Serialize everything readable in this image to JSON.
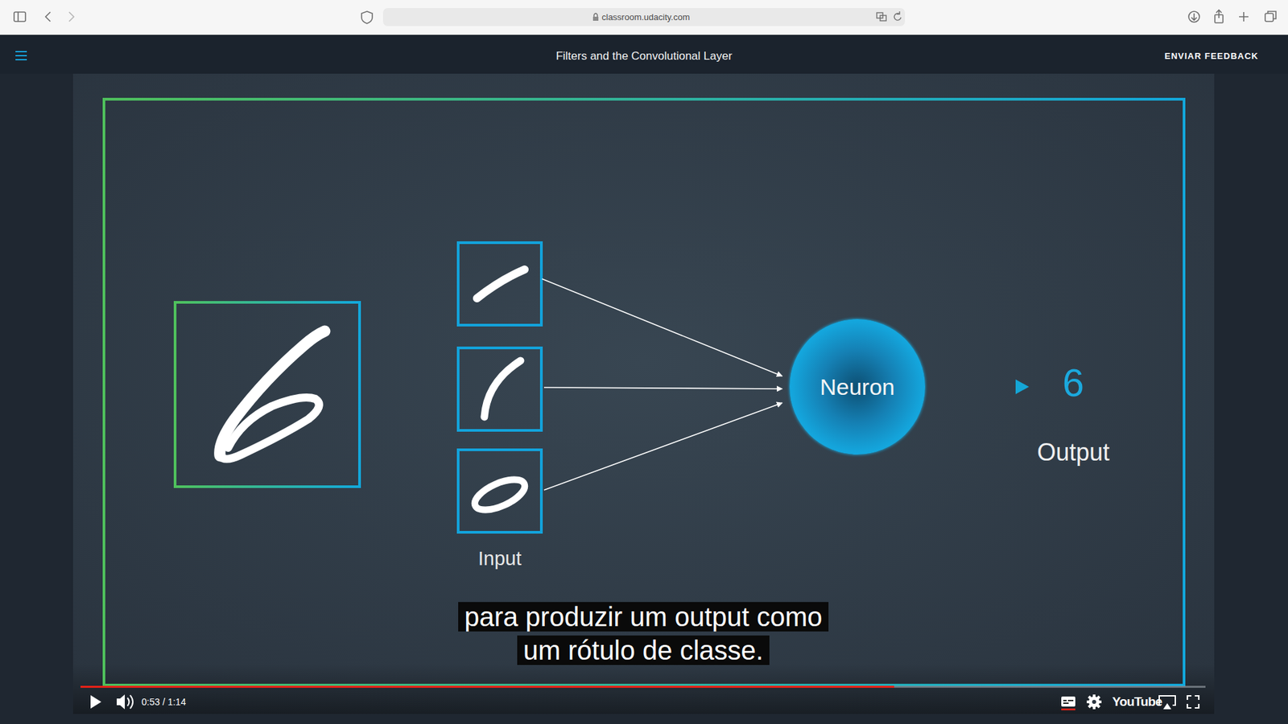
{
  "diagram": {
    "title": "Filters and the Convolutional Layer",
    "nodes": [
      {
        "text": [
          "Neuron"
        ]
      },
      {
        "text": [
          "6",
          "Output"
        ]
      }
    ],
    "edges": [
      {
        "from": 0,
        "to": 1,
        "arrow": "to"
      }
    ],
    "labels": [
      "classroom.udacity.com",
      "ENVIAR FEEDBACK",
      "Input",
      "para produzir um output como um rótulo de classe.",
      "0:53 / 1:14",
      "YouTube"
    ]
  }
}
